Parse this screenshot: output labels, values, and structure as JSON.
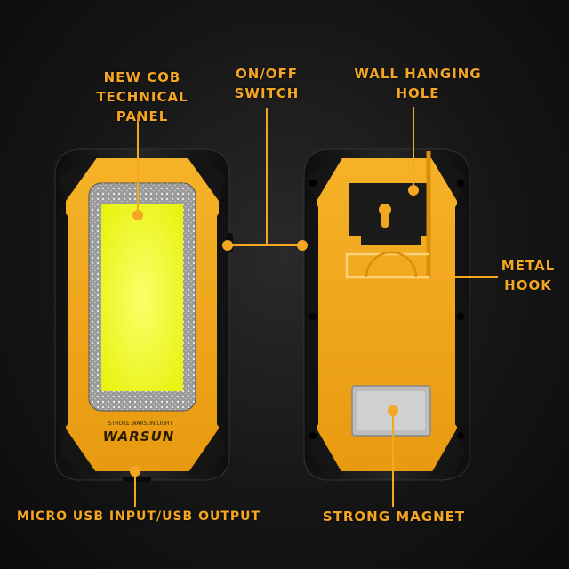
{
  "callouts": {
    "cob_panel": [
      "NEW COB",
      "TECHNICAL PANEL"
    ],
    "switch": [
      "ON/OFF",
      "SWITCH"
    ],
    "wall_hole": [
      "WALL HANGING",
      "HOLE"
    ],
    "metal_hook": [
      "METAL",
      "HOOK"
    ],
    "usb": "MICRO USB INPUT/USB OUTPUT",
    "magnet": "STRONG MAGNET"
  },
  "brand": {
    "name": "WARSUN",
    "tagline": "STROKE WARSUN LIGHT"
  },
  "colors": {
    "accent": "#f5a623",
    "body_yellow": "#f2a81c",
    "housing_black": "#1c1c1c",
    "cob_yellow": "#f4ff2c"
  }
}
